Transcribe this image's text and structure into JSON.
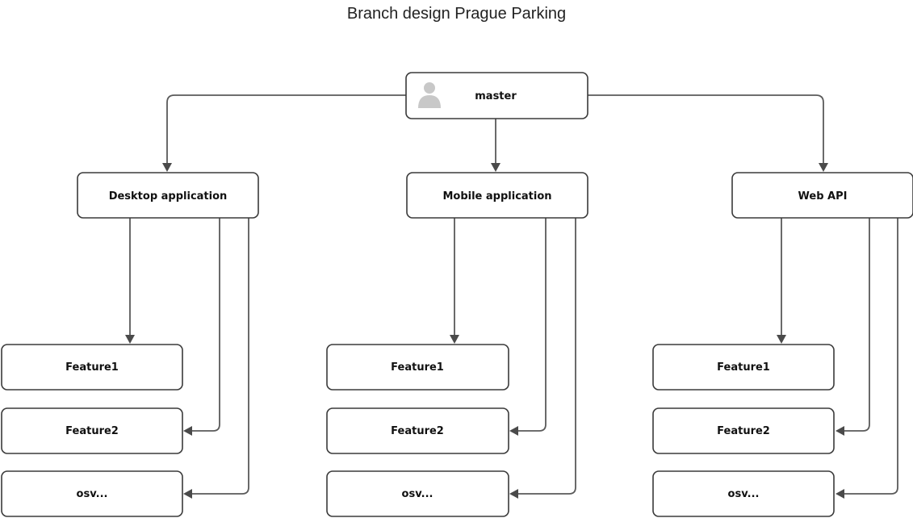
{
  "title": "Branch design Prague Parking",
  "nodes": {
    "master": "master",
    "desktop": "Desktop application",
    "mobile": "Mobile application",
    "webapi": "Web API",
    "desktop_feature1": "Feature1",
    "desktop_feature2": "Feature2",
    "desktop_osv": "osv...",
    "mobile_feature1": "Feature1",
    "mobile_feature2": "Feature2",
    "mobile_osv": "osv...",
    "webapi_feature1": "Feature1",
    "webapi_feature2": "Feature2",
    "webapi_osv": "osv..."
  },
  "edges": [
    [
      "master",
      "desktop"
    ],
    [
      "master",
      "mobile"
    ],
    [
      "master",
      "webapi"
    ],
    [
      "desktop",
      "desktop_feature1"
    ],
    [
      "desktop",
      "desktop_feature2"
    ],
    [
      "desktop",
      "desktop_osv"
    ],
    [
      "mobile",
      "mobile_feature1"
    ],
    [
      "mobile",
      "mobile_feature2"
    ],
    [
      "mobile",
      "mobile_osv"
    ],
    [
      "webapi",
      "webapi_feature1"
    ],
    [
      "webapi",
      "webapi_feature2"
    ],
    [
      "webapi",
      "webapi_osv"
    ]
  ],
  "icons": {
    "master": "user-avatar-icon"
  }
}
